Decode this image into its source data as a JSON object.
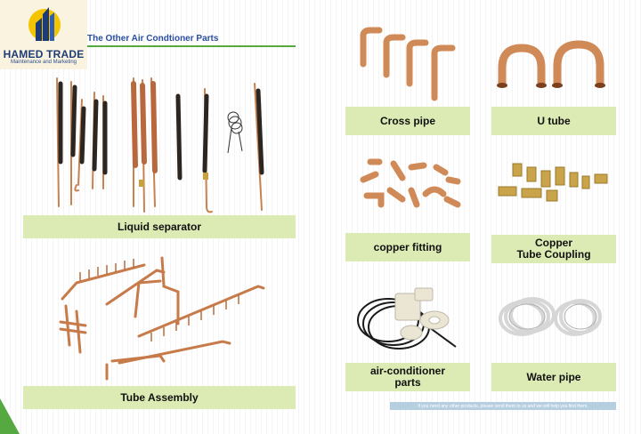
{
  "brand": {
    "name": "HAMED TRADE",
    "tagline": "Maintenance and Marketing",
    "colors": {
      "navy": "#1d3c77",
      "yellow": "#f5c400",
      "green": "#56a841",
      "label_bg": "#dcebb4"
    }
  },
  "page_title": "The Other Air Condtioner Parts",
  "products": [
    {
      "label": "Liquid separator",
      "image_icon": "liquid-separator-photo"
    },
    {
      "label": "Tube Assembly",
      "image_icon": "tube-assembly-photo"
    },
    {
      "label": "Cross pipe",
      "image_icon": "cross-pipe-photo"
    },
    {
      "label": "U tube",
      "image_icon": "u-tube-photo"
    },
    {
      "label": "copper fitting",
      "image_icon": "copper-fitting-photo"
    },
    {
      "label": "Copper\nTube Coupling",
      "image_icon": "tube-coupling-photo"
    },
    {
      "label": "air-conditioner\nparts",
      "image_icon": "ac-parts-photo"
    },
    {
      "label": "Water pipe",
      "image_icon": "water-pipe-photo"
    }
  ],
  "footer_note": "If you need any other products, please send them to us and we will help you find them."
}
